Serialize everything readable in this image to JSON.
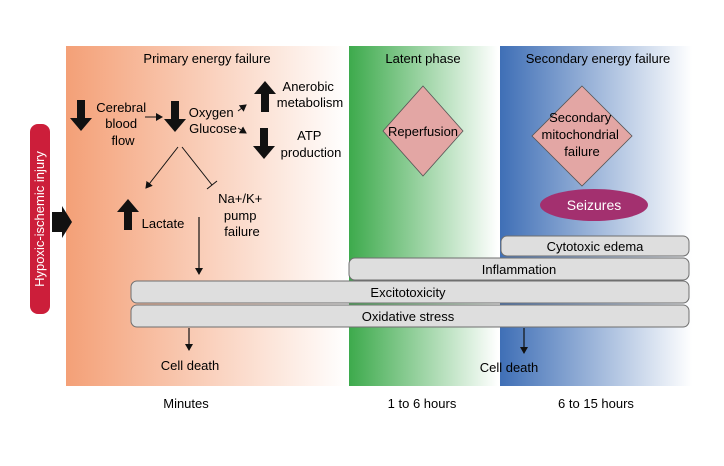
{
  "colors": {
    "primary_phase": "#f4a077",
    "latent_phase": "#3daa4c",
    "secondary_phase": "#3f6fb6",
    "diamond_fill": "#e3a6a4",
    "seizures_fill": "#a3306f",
    "injury_fill": "#cc1e3a",
    "bar_fill": "#dedede",
    "bar_stroke": "#6f6f6f"
  },
  "injury": {
    "label": "Hypoxic-ischemic injury"
  },
  "phases": {
    "primary": {
      "title": "Primary energy failure",
      "time": "Minutes"
    },
    "latent": {
      "title": "Latent phase",
      "time": "1 to 6 hours"
    },
    "secondary": {
      "title": "Secondary energy failure",
      "time": "6 to 15 hours"
    }
  },
  "primary_items": {
    "cerebral_blood_flow": [
      "Cerebral",
      "blood",
      "flow"
    ],
    "oxygen_glucose": [
      "Oxygen",
      "Glucose"
    ],
    "anaerobic": [
      "Anerobic",
      "metabolism"
    ],
    "atp": [
      "ATP",
      "production"
    ],
    "lactate": "Lactate",
    "pump_failure": [
      "Na+/K+",
      "pump",
      "failure"
    ],
    "cell_death": "Cell death"
  },
  "latent_items": {
    "reperfusion": "Reperfusion"
  },
  "secondary_items": {
    "mitochondrial": [
      "Secondary",
      "mitochondrial",
      "failure"
    ],
    "seizures": "Seizures",
    "cell_death": "Cell death"
  },
  "bars": {
    "cytotoxic_edema": "Cytotoxic edema",
    "inflammation": "Inflammation",
    "excitotoxicity": "Excitotoxicity",
    "oxidative_stress": "Oxidative stress"
  }
}
